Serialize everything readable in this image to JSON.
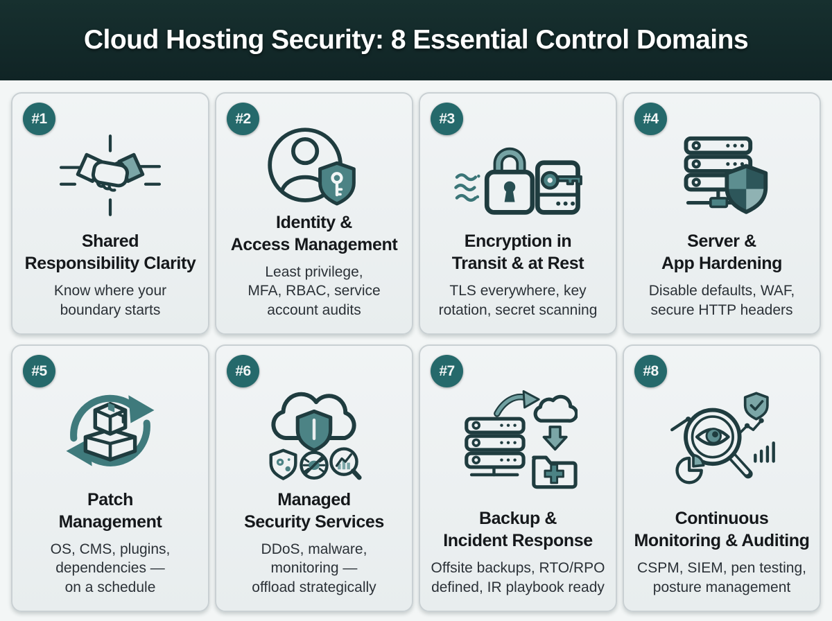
{
  "header": {
    "title": "Cloud Hosting Security: 8 Essential Control Domains"
  },
  "theme": {
    "header_bg": "#132a2b",
    "page_bg": "#f3f6f6",
    "card_bg": "#ecf0f1",
    "card_border": "#c9d0d3",
    "badge_bg": "#25696b",
    "badge_text": "#ffffff",
    "icon_stroke": "#1f3c3f",
    "icon_accent": "#4c8385",
    "icon_accent_light": "#7ba6a7",
    "title_color": "#15181b",
    "desc_color": "#2b3137"
  },
  "cards": [
    {
      "badge": "#1",
      "icon": "handshake-boundary-icon",
      "title": "Shared Responsibility Clarity",
      "description": "Know where your boundary starts"
    },
    {
      "badge": "#2",
      "icon": "identity-shield-key-icon",
      "title": "Identity & Access Management",
      "description": "Least privilege, MFA, RBAC, service account audits"
    },
    {
      "badge": "#3",
      "icon": "padlock-drive-key-icon",
      "title": "Encryption in Transit & at Rest",
      "description": "TLS everywhere, key rotation, secret scanning"
    },
    {
      "badge": "#4",
      "icon": "server-shield-icon",
      "title": "Server & App Hardening",
      "description": "Disable defaults, WAF, secure HTTP headers"
    },
    {
      "badge": "#5",
      "icon": "package-refresh-icon",
      "title": "Patch Management",
      "description": "OS, CMS, plugins, dependencies — on a schedule"
    },
    {
      "badge": "#6",
      "icon": "cloud-shield-services-icon",
      "title": "Managed Security Services",
      "description": "DDoS, malware, monitoring — offload strategically"
    },
    {
      "badge": "#7",
      "icon": "server-cloud-folder-icon",
      "title": "Backup & Incident Response",
      "description": "Offsite backups, RTO/RPO defined, IR playbook ready"
    },
    {
      "badge": "#8",
      "icon": "magnifier-eye-audit-icon",
      "title": "Continuous Monitoring & Auditing",
      "description": "CSPM, SIEM, pen testing, posture management"
    }
  ]
}
